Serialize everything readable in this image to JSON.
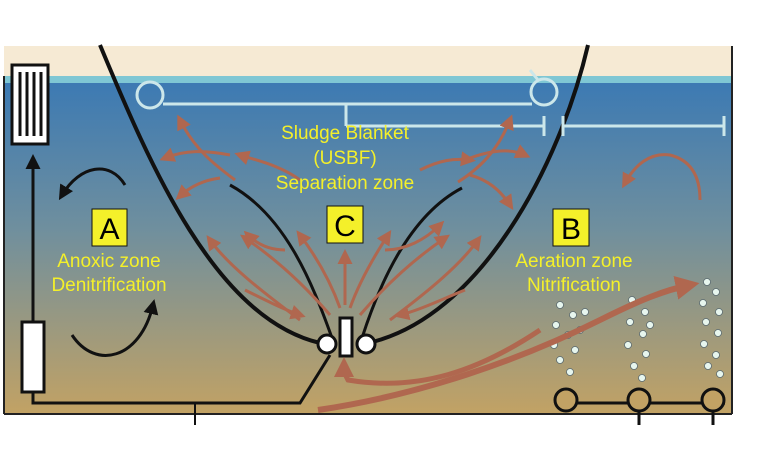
{
  "zones": {
    "a": {
      "letter": "A",
      "line1": "Anoxic zone",
      "line2": "Denitrification"
    },
    "b": {
      "letter": "B",
      "line1": "Aeration zone",
      "line2": "Nitrification"
    },
    "c": {
      "letter": "C",
      "line1": "Sludge Blanket",
      "line2": "(USBF)",
      "line3": "Separation zone"
    }
  },
  "colors": {
    "water_top": "#3a79b4",
    "water_bottom": "#c2a264",
    "surface": "#7fc7d4",
    "flow_arrow": "#b0674f",
    "letter_box": "#f4f02a",
    "label_text": "#f4f02a",
    "pipe_light": "#cce7ea"
  }
}
